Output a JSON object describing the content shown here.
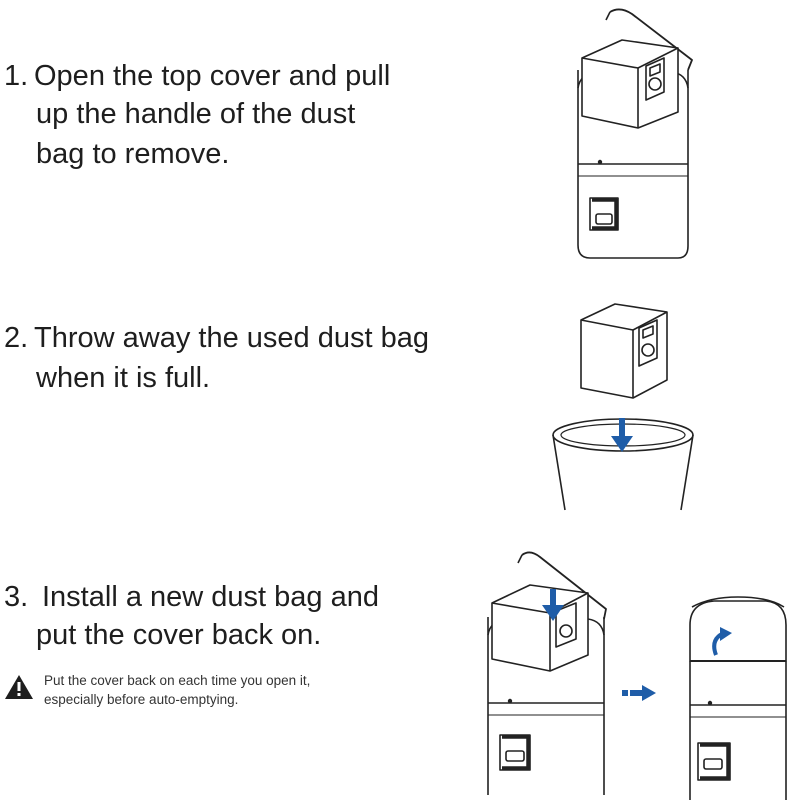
{
  "steps": [
    {
      "number": "1.",
      "lines": [
        "Open the top cover and pull",
        "up the handle of the dust",
        "bag to remove."
      ]
    },
    {
      "number": "2.",
      "lines": [
        "Throw away the used dust bag",
        "when it is full."
      ]
    },
    {
      "number": "3.",
      "lines": [
        "Install a new dust bag and",
        "put the cover back on."
      ]
    }
  ],
  "warning": {
    "icon": "warning-triangle-icon",
    "lines": [
      "Put the cover back on each time you open it,",
      "especially before auto-emptying."
    ]
  },
  "colors": {
    "text": "#1e1e1e",
    "outline": "#222222",
    "arrow": "#1f5da8"
  }
}
